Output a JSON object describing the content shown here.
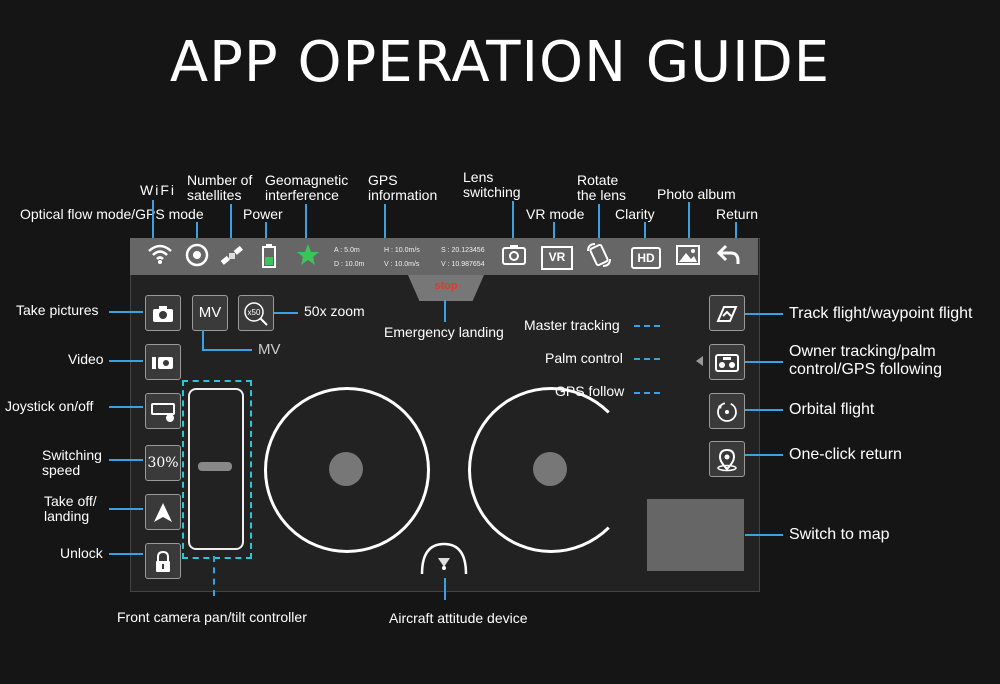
{
  "title": "APP OPERATION GUIDE",
  "callouts": {
    "wifi": "WiFi",
    "optical_flow": "Optical flow mode/GPS mode",
    "satellites": "Number of\nsatellites",
    "power": "Power",
    "geomagnetic": "Geomagnetic\ninterference",
    "gps_info": "GPS\ninformation",
    "lens_switching": "Lens\nswitching",
    "vr_mode": "VR mode",
    "rotate_lens": "Rotate\nthe lens",
    "clarity": "Clarity",
    "photo_album": "Photo album",
    "return": "Return",
    "take_pictures": "Take pictures",
    "video": "Video",
    "joystick": "Joystick on/off",
    "switching_speed": "Switching\nspeed",
    "takeoff_landing": "Take off/\nlanding",
    "unlock": "Unlock",
    "mv": "MV",
    "zoom": "50x zoom",
    "emergency": "Emergency landing",
    "master_tracking": "Master tracking",
    "palm_control": "Palm control",
    "gps_follow": "GPS follow",
    "track_flight": "Track flight/waypoint flight",
    "owner_tracking": "Owner tracking/palm\ncontrol/GPS following",
    "orbital": "Orbital flight",
    "one_click_return": "One-click return",
    "switch_map": "Switch to map",
    "pan_tilt": "Front camera pan/tilt controller",
    "attitude": "Aircraft attitude device"
  },
  "telemetry": {
    "a": "A : 5.0m",
    "d": "D : 10.0m",
    "h": "H : 10.0m/s",
    "v": "V : 10.0m/s",
    "s": "S : 20.123456",
    "v2": "V : 10.987654"
  },
  "buttons": {
    "mv": "MV",
    "zoom": "x50",
    "speed": "30%",
    "stop": "stop",
    "hd": "HD",
    "vr": "VR"
  }
}
